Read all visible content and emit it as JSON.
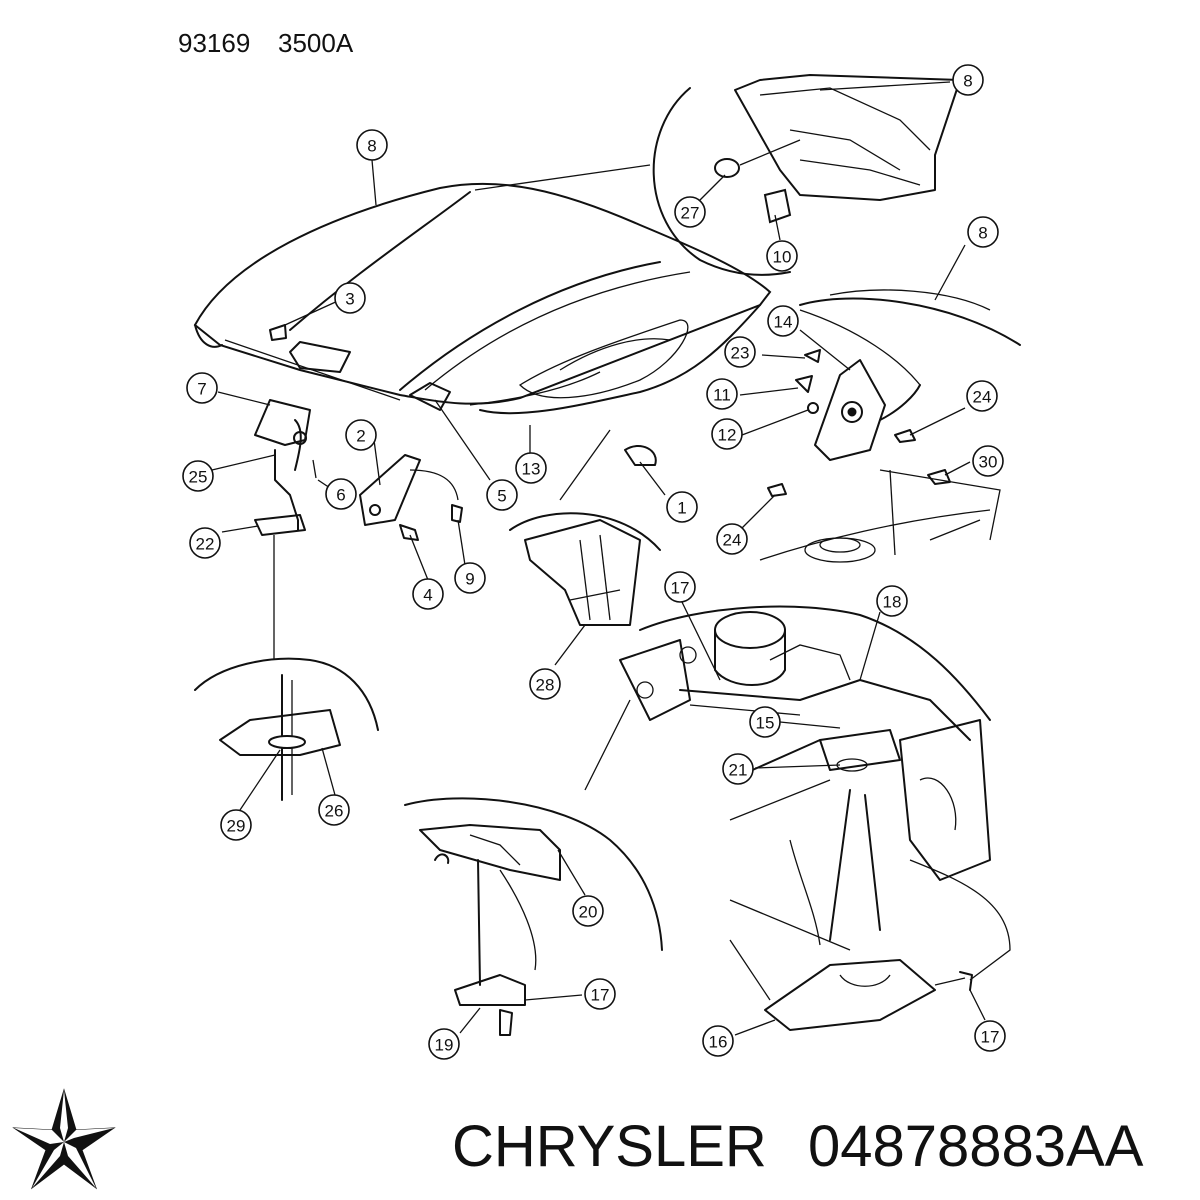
{
  "header": {
    "code_left": "93169",
    "code_right": "3500A"
  },
  "footer": {
    "brand": "CHRYSLER",
    "part_number": "04878883AA",
    "logo_icon": "chrysler-pentastar-icon"
  },
  "callouts": [
    {
      "label": "8"
    },
    {
      "label": "8"
    },
    {
      "label": "8"
    },
    {
      "label": "27"
    },
    {
      "label": "10"
    },
    {
      "label": "3"
    },
    {
      "label": "14"
    },
    {
      "label": "23"
    },
    {
      "label": "11"
    },
    {
      "label": "12"
    },
    {
      "label": "24"
    },
    {
      "label": "30"
    },
    {
      "label": "24"
    },
    {
      "label": "7"
    },
    {
      "label": "2"
    },
    {
      "label": "25"
    },
    {
      "label": "6"
    },
    {
      "label": "5"
    },
    {
      "label": "13"
    },
    {
      "label": "1"
    },
    {
      "label": "22"
    },
    {
      "label": "4"
    },
    {
      "label": "9"
    },
    {
      "label": "17"
    },
    {
      "label": "18"
    },
    {
      "label": "28"
    },
    {
      "label": "15"
    },
    {
      "label": "21"
    },
    {
      "label": "29"
    },
    {
      "label": "26"
    },
    {
      "label": "20"
    },
    {
      "label": "17"
    },
    {
      "label": "19"
    },
    {
      "label": "16"
    },
    {
      "label": "17"
    }
  ]
}
